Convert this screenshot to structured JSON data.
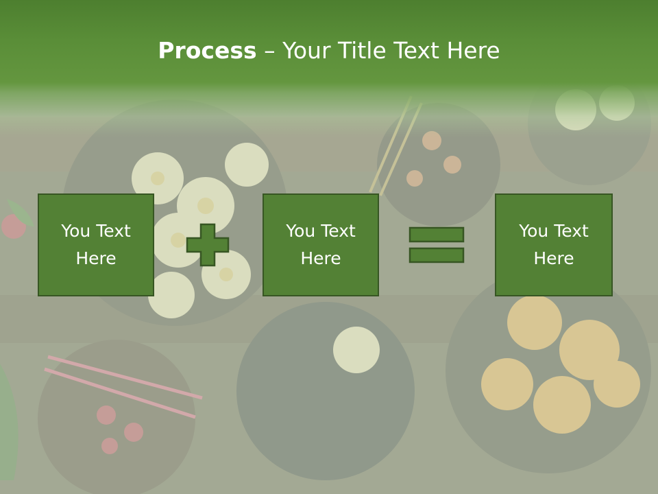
{
  "slide": {
    "title_bold": "Process",
    "title_rest": " – Your Title Text Here"
  },
  "boxes": [
    {
      "line1": "You Text",
      "line2": "Here"
    },
    {
      "line1": "You Text",
      "line2": "Here"
    },
    {
      "line1": "You Text",
      "line2": "Here"
    }
  ],
  "operators": {
    "first": "plus-icon",
    "second": "equals-icon"
  },
  "colors": {
    "title_band": "#5a8e38",
    "box_fill": "#538135",
    "box_border": "#375623",
    "title_text": "#ffffff"
  }
}
